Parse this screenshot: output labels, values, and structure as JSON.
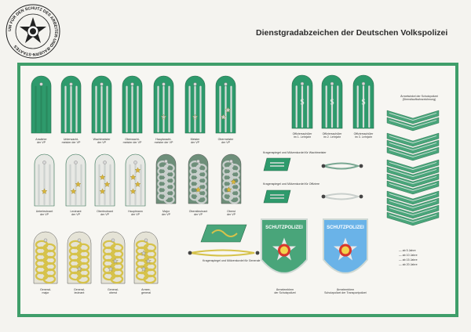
{
  "header": {
    "title": "Dienstgradabzeichen der Deutschen Volkspolizei",
    "emblem_ring_text": "UM FÜR DEN SCHUTZ DES ARBEITER-UND-BAUERN-STAATES"
  },
  "colors": {
    "frame_green": "#3f9e6a",
    "board_green": "#2e9a6c",
    "cord_silver": "#c9cfcc",
    "cord_gold": "#d6c24a",
    "star_gold": "#d9b53a",
    "patch_blue": "#6ab3e8",
    "patch_green": "#49a57a"
  },
  "ranks": {
    "enlisted": [
      {
        "label": "Anwärter\nder VP",
        "pips": 0
      },
      {
        "label": "Unterwacht-\nmeister der VP",
        "pips": 0
      },
      {
        "label": "Wachtmeister\nder VP",
        "pips": 0
      },
      {
        "label": "Oberwacht-\nmeister der VP",
        "pips": 0
      },
      {
        "label": "Hauptwacht-\nmeister der VP",
        "pips": 1
      },
      {
        "label": "Meister\nder VP",
        "pips": 1
      },
      {
        "label": "Obermeister\nder VP",
        "pips": 2
      }
    ],
    "officer_candidates": [
      {
        "label": "Offiziersschüler\nim 1. Lehrjahr"
      },
      {
        "label": "Offiziersschüler\nim 2. Lehrjahr"
      },
      {
        "label": "Offiziersschüler\nim 3. Lehrjahr"
      }
    ],
    "officers": [
      {
        "label": "Unterleutnant\nder VP",
        "pips": 1
      },
      {
        "label": "Leutnant\nder VP",
        "pips": 2
      },
      {
        "label": "Oberleutnant\nder VP",
        "pips": 3
      },
      {
        "label": "Hauptmann\nder VP",
        "pips": 4
      },
      {
        "label": "Major\nder VP",
        "pips": 0
      },
      {
        "label": "Oberstleutnant\nder VP",
        "pips": 1
      },
      {
        "label": "Oberst\nder VP",
        "pips": 2
      }
    ],
    "generals": [
      {
        "label": "General-\nmajor",
        "pips": 0
      },
      {
        "label": "General-\nleutnant",
        "pips": 1
      },
      {
        "label": "General-\noberst",
        "pips": 2
      },
      {
        "label": "Armee-\ngeneral",
        "pips": 3
      }
    ]
  },
  "cords": {
    "enlisted_label": "Kragenspiegel und Mützenkordel für Wachtmeister",
    "officer_label": "Kragenspiegel und Mützenkordel für Offiziere",
    "general_label": "Kragenspiegel und Mützenkordel für Generale"
  },
  "patches": [
    {
      "banner": "SCHUTZPOLIZEI",
      "label": "Ärmelemblem\nder Schutzpolizei"
    },
    {
      "banner": "SCHUTZPOLIZEI",
      "label": "Ärmelemblem\nSchutzpolizei der Transportpolizei"
    }
  ],
  "chevrons": {
    "title": "Ärmelwinkel der Schutzpolizei\n(Dienstlaufbahnzeichnung)",
    "legend": [
      "ab 5 Jahre",
      "ab 10 Jahre",
      "ab 15 Jahre",
      "ab 20 Jahre"
    ]
  }
}
